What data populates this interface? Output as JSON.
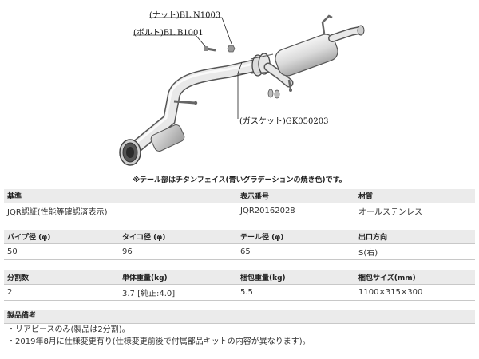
{
  "diagram": {
    "labels": {
      "nut": "(ナット)BL.N1003",
      "bolt": "(ボルト)BL.B1001",
      "gasket": "(ガスケット)GK050203"
    },
    "caption": "※テール部はチタンフェイス(青いグラデーションの焼き色)です。"
  },
  "tables": [
    {
      "headers": [
        "基準",
        "",
        "表示番号",
        "材質"
      ],
      "values": [
        "JQR認証(性能等確認済表示)",
        "",
        "JQR20162028",
        "オールステンレス"
      ]
    },
    {
      "headers": [
        "パイプ径 (φ)",
        "タイコ径 (φ)",
        "テール径 (φ)",
        "出口方向"
      ],
      "values": [
        "50",
        "96",
        "65",
        "S(右)"
      ]
    },
    {
      "headers": [
        "分割数",
        "単体重量(kg)",
        "梱包重量(kg)",
        "梱包サイズ(mm)"
      ],
      "values": [
        "2",
        "3.7 [純正:4.0]",
        "5.5",
        "1100×315×300"
      ]
    }
  ],
  "notes": {
    "header": "製品備考",
    "lines": [
      "・リアピースのみ(製品は2分割)。",
      "・2019年8月に仕様変更有り(仕様変更前後で付属部品キットの内容が異なります)。"
    ]
  }
}
